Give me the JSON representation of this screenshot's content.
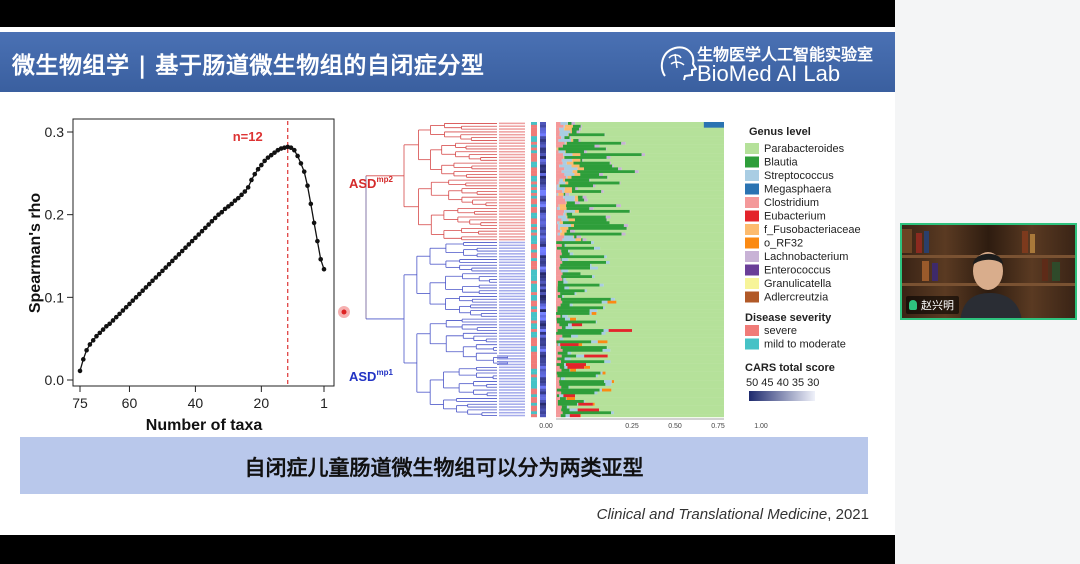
{
  "slide": {
    "title": "微生物组学 | 基于肠道微生物组的自闭症分型",
    "logo_cn": "生物医学人工智能实验室",
    "logo_en": "BioMed AI Lab",
    "banner": "自闭症儿童肠道微生物组可以分为两类亚型",
    "citation_journal": "Clinical and Translational Medicine",
    "citation_year": ", 2021",
    "colors": {
      "title_bar": "#3f65a8",
      "banner": "#b9c8eb",
      "video_border": "#2ec27e"
    }
  },
  "participant": {
    "name": "赵兴明",
    "icon": "microphone-icon"
  },
  "chart_data": [
    {
      "type": "line",
      "xlabel": "Number of taxa",
      "ylabel": "Spearman's rho",
      "x_reversed": true,
      "xlim": [
        75,
        1
      ],
      "ylim": [
        0,
        0.3
      ],
      "xticks": [
        75,
        60,
        40,
        20,
        1
      ],
      "yticks": [
        0.0,
        0.1,
        0.2,
        0.3
      ],
      "xtick_labels": [
        "75",
        "60",
        "40",
        "20",
        "1"
      ],
      "ytick_labels": [
        "0.0",
        "0.1",
        "0.2",
        "0.3"
      ],
      "annotation": {
        "label": "n=12",
        "x": 12
      },
      "x": [
        75,
        74,
        73,
        72,
        71,
        70,
        69,
        68,
        67,
        66,
        65,
        64,
        63,
        62,
        61,
        60,
        59,
        58,
        57,
        56,
        55,
        54,
        53,
        52,
        51,
        50,
        49,
        48,
        47,
        46,
        45,
        44,
        43,
        42,
        41,
        40,
        39,
        38,
        37,
        36,
        35,
        34,
        33,
        32,
        31,
        30,
        29,
        28,
        27,
        26,
        25,
        24,
        23,
        22,
        21,
        20,
        19,
        18,
        17,
        16,
        15,
        14,
        13,
        12,
        11,
        10,
        9,
        8,
        7,
        6,
        5,
        4,
        3,
        2,
        1
      ],
      "values": [
        0.011,
        0.025,
        0.036,
        0.043,
        0.048,
        0.053,
        0.057,
        0.061,
        0.065,
        0.068,
        0.072,
        0.076,
        0.08,
        0.084,
        0.088,
        0.092,
        0.096,
        0.1,
        0.104,
        0.108,
        0.112,
        0.116,
        0.12,
        0.124,
        0.128,
        0.132,
        0.136,
        0.14,
        0.144,
        0.148,
        0.152,
        0.156,
        0.16,
        0.164,
        0.168,
        0.172,
        0.176,
        0.18,
        0.184,
        0.188,
        0.192,
        0.196,
        0.2,
        0.203,
        0.207,
        0.21,
        0.213,
        0.217,
        0.22,
        0.224,
        0.228,
        0.233,
        0.242,
        0.249,
        0.255,
        0.26,
        0.265,
        0.269,
        0.272,
        0.275,
        0.278,
        0.28,
        0.281,
        0.282,
        0.281,
        0.278,
        0.271,
        0.262,
        0.252,
        0.235,
        0.213,
        0.19,
        0.168,
        0.146,
        0.134
      ]
    },
    {
      "type": "heatmap",
      "description_labels": {
        "cluster_top": "ASD",
        "cluster_top_sup": "mp2",
        "cluster_bottom": "ASD",
        "cluster_bottom_sup": "mp1"
      },
      "xtick_labels": [
        "0.00",
        "0.25",
        "0.50",
        "0.75",
        "1.00"
      ],
      "legend_genus_title": "Genus level",
      "genera": [
        {
          "name": "Parabacteroides",
          "color": "#b5e19a"
        },
        {
          "name": "Blautia",
          "color": "#2e9e3a"
        },
        {
          "name": "Streptococcus",
          "color": "#a9cde3"
        },
        {
          "name": "Megasphaera",
          "color": "#2a73b2"
        },
        {
          "name": "Clostridium",
          "color": "#f4999a"
        },
        {
          "name": "Eubacterium",
          "color": "#e3242b"
        },
        {
          "name": "f_Fusobacteriaceae",
          "color": "#fdbb6d"
        },
        {
          "name": "o_RF32",
          "color": "#fb8a13"
        },
        {
          "name": "Lachnobacterium",
          "color": "#c8b2d6"
        },
        {
          "name": "Enterococcus",
          "color": "#6a3e98"
        },
        {
          "name": "Granulicatella",
          "color": "#f7f499"
        },
        {
          "name": "Adlercreutzia",
          "color": "#b15928"
        }
      ],
      "legend_severity_title": "Disease severity",
      "severity": [
        {
          "name": "severe",
          "color": "#f07b78"
        },
        {
          "name": "mild to moderate",
          "color": "#46c2c6"
        }
      ],
      "legend_cars_title": "CARS total score",
      "cars_labels": "50 45 40 35 30"
    }
  ]
}
